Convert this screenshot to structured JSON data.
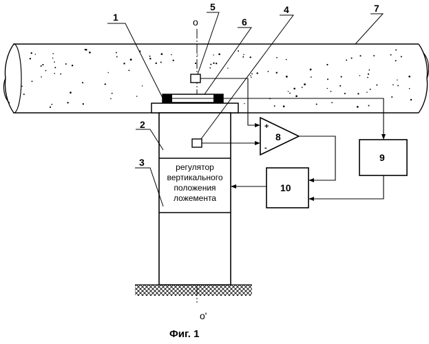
{
  "labels": {
    "l1": "1",
    "l2": "2",
    "l3": "3",
    "l4": "4",
    "l5": "5",
    "l6": "6",
    "l7": "7",
    "b8": "8",
    "b9": "9",
    "b10": "10"
  },
  "axis": {
    "top": "o",
    "bottom": "o'"
  },
  "amp_signs": {
    "plus": "+",
    "minus": "-"
  },
  "regulator": {
    "line1": "регулятор",
    "line2": "вертикального",
    "line3": "положения",
    "line4": "ложемента"
  },
  "caption": "Фиг. 1"
}
